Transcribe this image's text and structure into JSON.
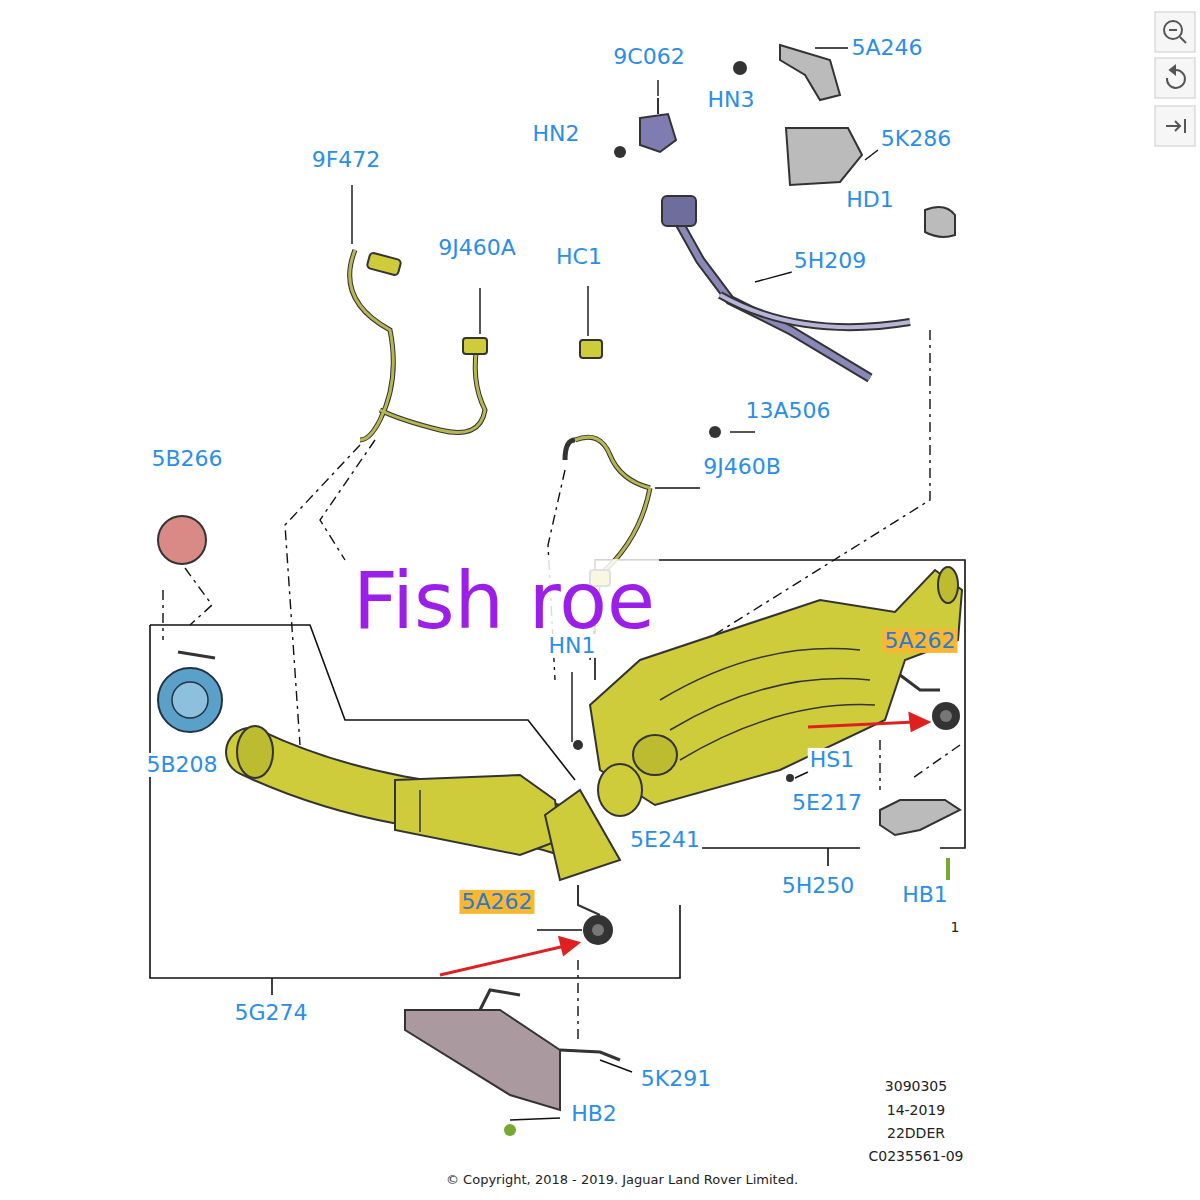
{
  "diagram": {
    "labels": [
      "9C062",
      "5A246",
      "HN3",
      "HN2",
      "5K286",
      "9F472",
      "HD1",
      "9J460A",
      "HC1",
      "5H209",
      "13A506",
      "9J460B",
      "5B266",
      "Fish roe",
      "HN1",
      "5A262",
      "HS1",
      "5E217",
      "5B208",
      "5E241",
      "5H250",
      "HB1",
      "1",
      "5A262",
      "5G274",
      "5K291",
      "HB2",
      "3090305",
      "14-2019",
      "22DDER",
      "C0235561-09",
      "© Copyright, 2018 - 2019. Jaguar Land Rover Limited."
    ]
  }
}
